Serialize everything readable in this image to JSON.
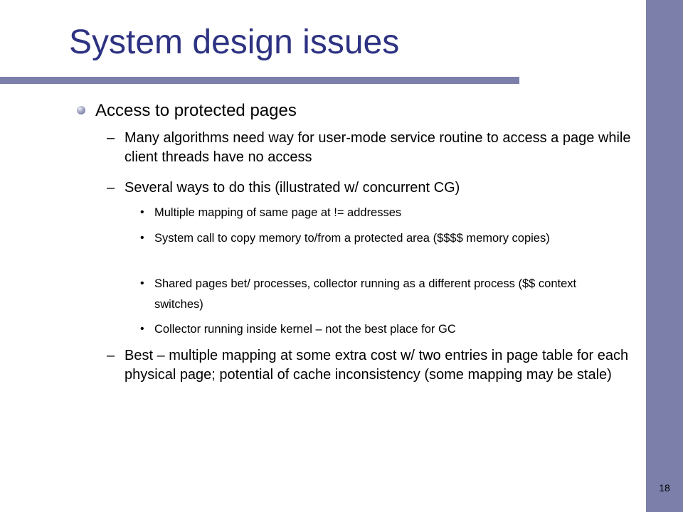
{
  "slide": {
    "title": "System design issues",
    "page_number": "18",
    "bullet": "Access to protected pages",
    "points": [
      {
        "dash": "–",
        "text": "Many algorithms need way for user-mode service routine to access a page while client threads have no access"
      },
      {
        "dash": "–",
        "text": "Several ways to do this (illustrated w/ concurrent CG)"
      },
      {
        "dash": "–",
        "text": "Best – multiple mapping at some extra cost w/ two entries in page table for each physical page; potential of cache inconsistency (some mapping may be stale)"
      }
    ],
    "subpoints": [
      {
        "dot": "•",
        "text": "Multiple mapping of same page at != addresses"
      },
      {
        "dot": "•",
        "text": "System call to copy memory to/from a protected area ($$$$ memory copies)"
      },
      {
        "dot": "•",
        "text": "Shared pages bet/ processes, collector running as a different process ($$ context switches)"
      },
      {
        "dot": "•",
        "text": "Collector running inside kernel – not the best place for GC"
      }
    ]
  }
}
